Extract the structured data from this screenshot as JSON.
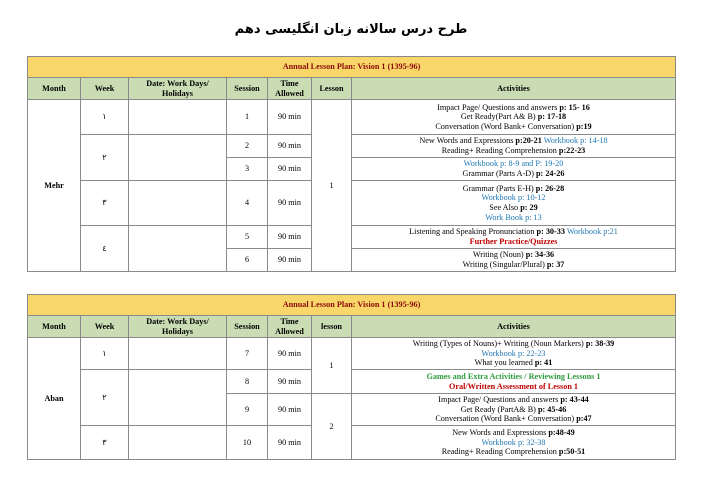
{
  "page_title": "طرح درس سالانه زبان انگلیسی دهم",
  "colors": {
    "banner_bg": "#f9d66a",
    "banner_text": "#8b0a0a",
    "header_bg": "#c9dcb3",
    "blue": "#1f77b4",
    "red": "#c00000",
    "green": "#2e9b3a"
  },
  "table1": {
    "banner": "Annual Lesson Plan: Vision 1 (1395-96)",
    "headers": {
      "month": "Month",
      "week": "Week",
      "date": "Date: Work Days/ Holidays",
      "session": "Session",
      "time": "Time Allowed",
      "lesson": "Lesson",
      "activities": "Activities"
    },
    "month": "Mehr",
    "lesson": "1",
    "weeks": [
      "۱",
      "۲",
      "۳",
      "٤"
    ],
    "rows": [
      {
        "session": "1",
        "time": "90 min",
        "activities": [
          [
            {
              "t": "Impact Page/ Questions and answers ",
              "s": ""
            },
            {
              "t": "p: 15- 16",
              "s": "b"
            }
          ],
          [
            {
              "t": "Get Ready(Part A& B) ",
              "s": ""
            },
            {
              "t": "p: 17-18",
              "s": "b"
            }
          ],
          [
            {
              "t": "Conversation (Word Bank+ Conversation) ",
              "s": ""
            },
            {
              "t": "p:19",
              "s": "b"
            }
          ]
        ]
      },
      {
        "session": "2",
        "time": "90 min",
        "activities": [
          [
            {
              "t": "New Words and Expressions ",
              "s": ""
            },
            {
              "t": "p:20-21",
              "s": "b"
            },
            {
              "t": " Workbook p: 14-18",
              "s": "blue"
            }
          ],
          [
            {
              "t": "Reading+ Reading Comprehension ",
              "s": ""
            },
            {
              "t": "p:22-23",
              "s": "b"
            }
          ]
        ]
      },
      {
        "session": "3",
        "time": "90 min",
        "activities": [
          [
            {
              "t": "Workbook p: 8-9 and P: 19-20",
              "s": "blue"
            }
          ],
          [
            {
              "t": "Grammar (Parts A-D) ",
              "s": ""
            },
            {
              "t": "p: 24-26",
              "s": "b"
            }
          ]
        ]
      },
      {
        "session": "4",
        "time": "90 min",
        "activities": [
          [
            {
              "t": "Grammar (Parts E-H) ",
              "s": ""
            },
            {
              "t": "p: 26-28",
              "s": "b"
            }
          ],
          [
            {
              "t": "Workbook p: 10-12",
              "s": "blue"
            }
          ],
          [
            {
              "t": "See Also ",
              "s": ""
            },
            {
              "t": "p: 29",
              "s": "b"
            }
          ],
          [
            {
              "t": "Work Book p: 13",
              "s": "blue"
            }
          ]
        ]
      },
      {
        "session": "5",
        "time": "90 min",
        "activities": [
          [
            {
              "t": "Listening and Speaking Pronunciation ",
              "s": ""
            },
            {
              "t": "p: 30-33",
              "s": "b"
            },
            {
              "t": " Workbook p:21",
              "s": "blue"
            }
          ],
          [
            {
              "t": "Further Practice/Quizzes",
              "s": "red"
            }
          ]
        ]
      },
      {
        "session": "6",
        "time": "90 min",
        "activities": [
          [
            {
              "t": "Writing (Noun) ",
              "s": ""
            },
            {
              "t": "p: 34-36",
              "s": "b"
            }
          ],
          [
            {
              "t": "Writing (Singular/Plural) ",
              "s": ""
            },
            {
              "t": "p: 37",
              "s": "b"
            }
          ]
        ]
      }
    ]
  },
  "table2": {
    "banner": "Annual Lesson Plan: Vision 1 (1395-96)",
    "headers": {
      "month": "Month",
      "week": "Week",
      "date": "Date: Work Days/ Holidays",
      "session": "Session",
      "time": "Time Allowed",
      "lesson": "lesson",
      "activities": "Activities"
    },
    "month": "Aban",
    "lessons": [
      "1",
      "2"
    ],
    "weeks": [
      "۱",
      "۲",
      "۳"
    ],
    "rows": [
      {
        "session": "7",
        "time": "90 min",
        "activities": [
          [
            {
              "t": "Writing (Types of Nouns)+ Writing (Noun Markers) ",
              "s": ""
            },
            {
              "t": "p: 38-39",
              "s": "b"
            }
          ],
          [
            {
              "t": "Workbook p: 22-23",
              "s": "blue"
            }
          ],
          [
            {
              "t": "What you learned ",
              "s": ""
            },
            {
              "t": "p: 41",
              "s": "b"
            }
          ]
        ]
      },
      {
        "session": "8",
        "time": "90 min",
        "activities": [
          [
            {
              "t": "Games and Extra Activities / Reviewing Lessons 1",
              "s": "green"
            }
          ],
          [
            {
              "t": "Oral/Written Assessment of Lesson 1",
              "s": "red"
            }
          ]
        ]
      },
      {
        "session": "9",
        "time": "90 min",
        "activities": [
          [
            {
              "t": "Impact Page/ Questions and answers ",
              "s": ""
            },
            {
              "t": "p: 43-44",
              "s": "b"
            }
          ],
          [
            {
              "t": "Get Ready (PartA& B) ",
              "s": ""
            },
            {
              "t": "p: 45-46",
              "s": "b"
            }
          ],
          [
            {
              "t": "Conversation (Word Bank+ Conversation) ",
              "s": ""
            },
            {
              "t": "p:47",
              "s": "b"
            }
          ]
        ]
      },
      {
        "session": "10",
        "time": "90 min",
        "activities": [
          [
            {
              "t": "New Words and Expressions ",
              "s": ""
            },
            {
              "t": "p:48-49",
              "s": "b"
            }
          ],
          [
            {
              "t": "Workbook p: 32-38",
              "s": "blue"
            }
          ],
          [
            {
              "t": "Reading+ Reading Comprehension ",
              "s": ""
            },
            {
              "t": "p:50-51",
              "s": "b"
            }
          ]
        ]
      }
    ]
  }
}
